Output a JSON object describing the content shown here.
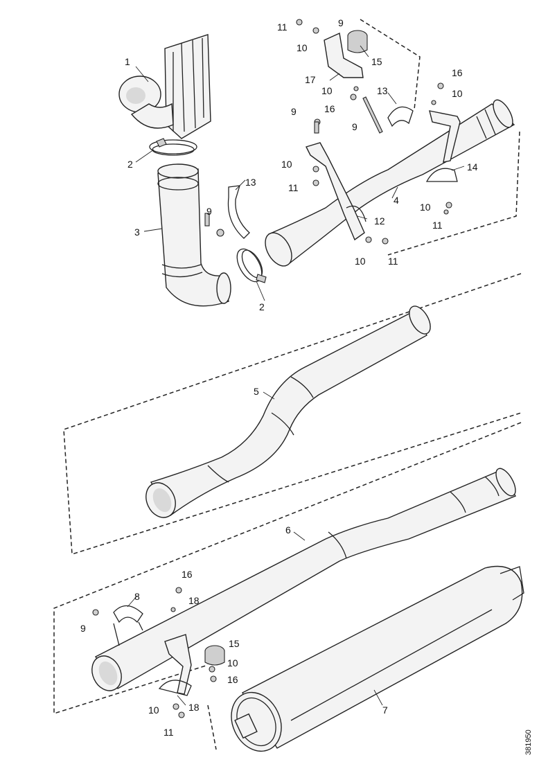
{
  "labels": [
    {
      "id": "p1",
      "text": "1"
    },
    {
      "id": "p2a",
      "text": "2"
    },
    {
      "id": "p2b",
      "text": "2"
    },
    {
      "id": "p3",
      "text": "3"
    },
    {
      "id": "p4",
      "text": "4"
    },
    {
      "id": "p5",
      "text": "5"
    },
    {
      "id": "p6",
      "text": "6"
    },
    {
      "id": "p7",
      "text": "7"
    },
    {
      "id": "p8",
      "text": "8"
    },
    {
      "id": "p9a",
      "text": "9"
    },
    {
      "id": "p9b",
      "text": "9"
    },
    {
      "id": "p9c",
      "text": "9"
    },
    {
      "id": "p9d",
      "text": "9"
    },
    {
      "id": "p9e",
      "text": "9"
    },
    {
      "id": "p10a",
      "text": "10"
    },
    {
      "id": "p10b",
      "text": "10"
    },
    {
      "id": "p10c",
      "text": "10"
    },
    {
      "id": "p10d",
      "text": "10"
    },
    {
      "id": "p10e",
      "text": "10"
    },
    {
      "id": "p10f",
      "text": "10"
    },
    {
      "id": "p10g",
      "text": "10"
    },
    {
      "id": "p10h",
      "text": "10"
    },
    {
      "id": "p11a",
      "text": "11"
    },
    {
      "id": "p11b",
      "text": "11"
    },
    {
      "id": "p11c",
      "text": "11"
    },
    {
      "id": "p11d",
      "text": "11"
    },
    {
      "id": "p11e",
      "text": "11"
    },
    {
      "id": "p12",
      "text": "12"
    },
    {
      "id": "p13a",
      "text": "13"
    },
    {
      "id": "p13b",
      "text": "13"
    },
    {
      "id": "p14",
      "text": "14"
    },
    {
      "id": "p15a",
      "text": "15"
    },
    {
      "id": "p15b",
      "text": "15"
    },
    {
      "id": "p16a",
      "text": "16"
    },
    {
      "id": "p16b",
      "text": "16"
    },
    {
      "id": "p16c",
      "text": "16"
    },
    {
      "id": "p16d",
      "text": "16"
    },
    {
      "id": "p17",
      "text": "17"
    },
    {
      "id": "p18a",
      "text": "18"
    },
    {
      "id": "p18b",
      "text": "18"
    }
  ],
  "document_id": "381950"
}
